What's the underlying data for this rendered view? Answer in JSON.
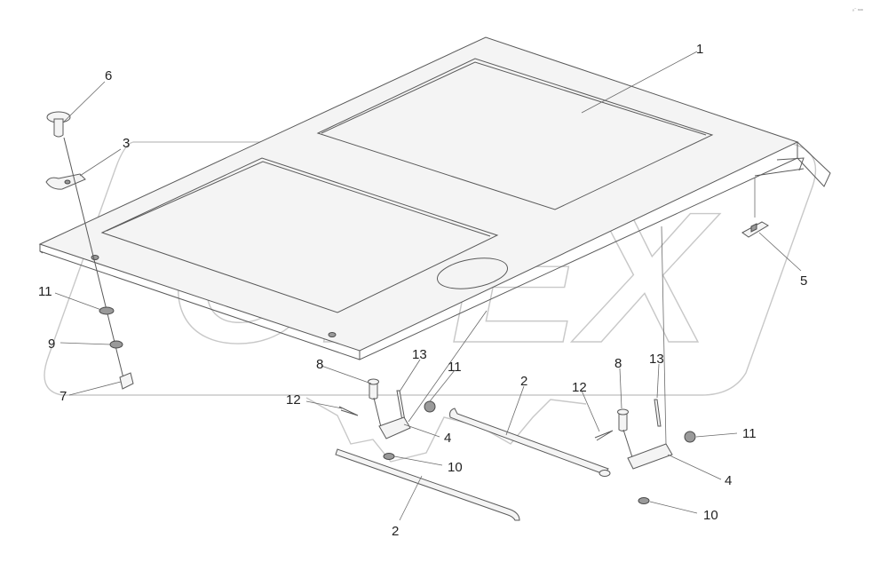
{
  "diagram": {
    "watermark": "OPEX",
    "corner_mark": "ₒ⁻ ₘₘ",
    "callouts": [
      {
        "id": "c1",
        "label": "1"
      },
      {
        "id": "c2a",
        "label": "2"
      },
      {
        "id": "c2b",
        "label": "2"
      },
      {
        "id": "c3",
        "label": "3"
      },
      {
        "id": "c4a",
        "label": "4"
      },
      {
        "id": "c4b",
        "label": "4"
      },
      {
        "id": "c5",
        "label": "5"
      },
      {
        "id": "c6",
        "label": "6"
      },
      {
        "id": "c7",
        "label": "7"
      },
      {
        "id": "c8a",
        "label": "8"
      },
      {
        "id": "c8b",
        "label": "8"
      },
      {
        "id": "c9",
        "label": "9"
      },
      {
        "id": "c10a",
        "label": "10"
      },
      {
        "id": "c10b",
        "label": "10"
      },
      {
        "id": "c11a",
        "label": "11"
      },
      {
        "id": "c11b",
        "label": "11"
      },
      {
        "id": "c11c",
        "label": "11"
      },
      {
        "id": "c12a",
        "label": "12"
      },
      {
        "id": "c12b",
        "label": "12"
      },
      {
        "id": "c13a",
        "label": "13"
      },
      {
        "id": "c13b",
        "label": "13"
      }
    ]
  }
}
